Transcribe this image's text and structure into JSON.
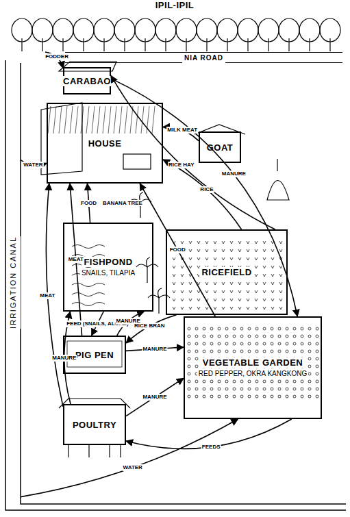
{
  "diagram": {
    "nodes": [
      {
        "text": [
          "IPIL-IPIL"
        ]
      },
      {
        "text": [
          "NIA ROAD"
        ]
      },
      {
        "text": [
          "IRRIGATION CANAL"
        ]
      },
      {
        "text": [
          "CARABAO"
        ]
      },
      {
        "text": [
          "HOUSE"
        ]
      },
      {
        "text": [
          "GOAT"
        ]
      },
      {
        "text": [
          "FISHPOND",
          "SNAILS, TILAPIA"
        ]
      },
      {
        "text": [
          "RICEFIELD"
        ]
      },
      {
        "text": [
          "PIG PEN"
        ]
      },
      {
        "text": [
          "VEGETABLE GARDEN",
          "RED PEPPER, OKRA KANGKONG"
        ]
      },
      {
        "text": [
          "POULTRY"
        ]
      }
    ],
    "edges": [
      {
        "from": 0,
        "to": 3,
        "label": "FODDER",
        "arrow": "to"
      },
      {
        "from": 7,
        "to": 3,
        "label": "RICE HAY",
        "arrow": "to"
      },
      {
        "from": 3,
        "to": 9,
        "label": "MANURE",
        "arrow": "to"
      },
      {
        "from": 5,
        "to": 4,
        "label": "MILK MEAT",
        "arrow": "to"
      },
      {
        "from": 7,
        "to": 4,
        "label": "RICE",
        "arrow": "to"
      },
      {
        "from": 9,
        "to": 4,
        "label": "FOOD",
        "arrow": "to"
      },
      {
        "from": 2,
        "to": 4,
        "label": "WATER",
        "arrow": "to"
      },
      {
        "from": 6,
        "to": 4,
        "label": "FOOD",
        "arrow": "to"
      },
      {
        "from": 8,
        "to": 4,
        "label": "MEAT",
        "arrow": "to"
      },
      {
        "from": 10,
        "to": 4,
        "label": "MEAT",
        "arrow": "to"
      },
      {
        "from": 10,
        "to": 6,
        "label": "MANURE",
        "arrow": "to"
      },
      {
        "from": 6,
        "to": 8,
        "label": "FEED (SNAILS, ALGAE)",
        "arrow": "to"
      },
      {
        "from": 8,
        "to": 6,
        "label": "MANURE",
        "arrow": "to"
      },
      {
        "from": 8,
        "to": 9,
        "label": "MANURE",
        "arrow": "to"
      },
      {
        "from": 7,
        "to": 8,
        "label": "RICE BRAN",
        "arrow": "to"
      },
      {
        "from": 10,
        "to": 9,
        "label": "MANURE",
        "arrow": "to"
      },
      {
        "from": 9,
        "to": 10,
        "label": "FEEDS",
        "arrow": "to"
      },
      {
        "from": 2,
        "to": 9,
        "label": "WATER",
        "arrow": "to"
      }
    ],
    "labels": [
      "BANANA TREE"
    ]
  }
}
